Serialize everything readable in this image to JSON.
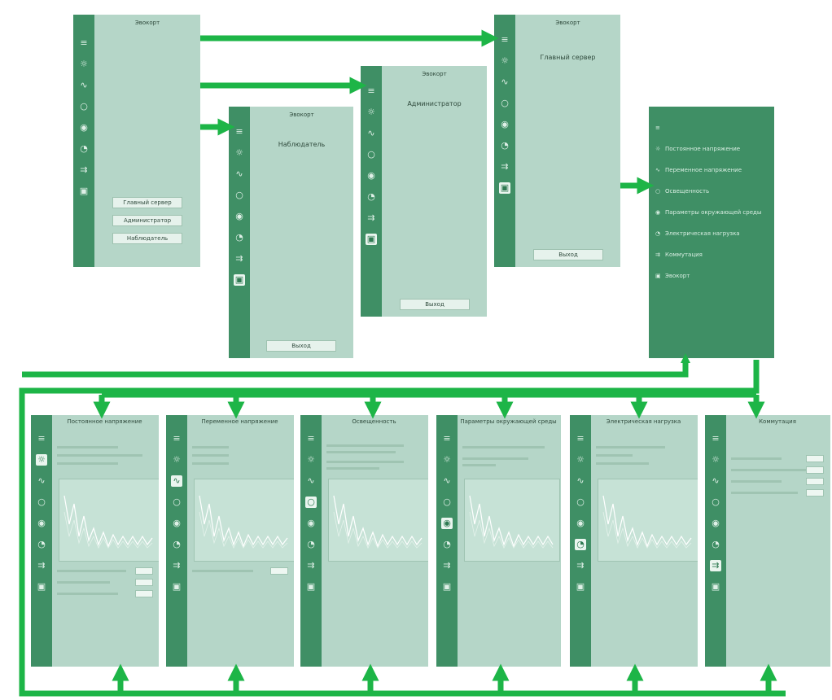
{
  "login": {
    "brand": "Эвокорт",
    "buttons": [
      "Главный сервер",
      "Администратор",
      "Наблюдатель"
    ]
  },
  "observer": {
    "brand": "Эвокорт",
    "role": "Наблюдатель",
    "exit": "Выход"
  },
  "admin": {
    "brand": "Эвокорт",
    "role": "Администратор",
    "exit": "Выход"
  },
  "main_server": {
    "brand": "Эвокорт",
    "role": "Главный сервер",
    "exit": "Выход"
  },
  "menu": {
    "items": [
      "Постоянное напряжение",
      "Переменное напряжение",
      "Освещенность",
      "Параметры окружающей среды",
      "Электрическая нагрузка",
      "Коммутация",
      "Эвокорт"
    ]
  },
  "panels": [
    {
      "title": "Постоянное напряжение"
    },
    {
      "title": "Переменное напряжение"
    },
    {
      "title": "Освещенность"
    },
    {
      "title": "Параметры окружающей среды"
    },
    {
      "title": "Электрическая нагрузка"
    },
    {
      "title": "Коммутация"
    }
  ],
  "colors": {
    "arrow": "#1db547",
    "sidebar": "#3f8f65",
    "screen": "#b5d6c8"
  },
  "icons": [
    "menu-icon",
    "sun-icon",
    "wave-icon",
    "bulb-icon",
    "globe-icon",
    "gauge-icon",
    "switch-icon",
    "logo-icon"
  ]
}
